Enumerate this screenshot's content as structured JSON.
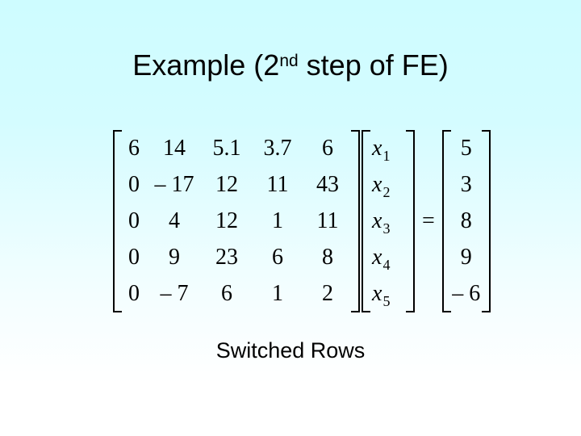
{
  "slide": {
    "title_main_before": "Example (2",
    "title_superscript": "nd",
    "title_main_after": " step of FE)",
    "caption": "Switched Rows",
    "equals_symbol": "=",
    "background_top_color": "#cefcff",
    "background_bottom_color": "#ffffff",
    "text_color": "#000000"
  },
  "equation": {
    "coefficient_matrix": {
      "rows": [
        [
          "6",
          "14",
          "5.1",
          "3.7",
          "6"
        ],
        [
          "0",
          "– 17",
          "12",
          "11",
          "43"
        ],
        [
          "0",
          "4",
          "12",
          "1",
          "11"
        ],
        [
          "0",
          "9",
          "23",
          "6",
          "8"
        ],
        [
          "0",
          "– 7",
          "6",
          "1",
          "2"
        ]
      ]
    },
    "unknown_vector": {
      "symbol": "x",
      "subscripts": [
        "1",
        "2",
        "3",
        "4",
        "5"
      ]
    },
    "rhs_vector": {
      "values": [
        "5",
        "3",
        "8",
        "9",
        "– 6"
      ]
    }
  }
}
